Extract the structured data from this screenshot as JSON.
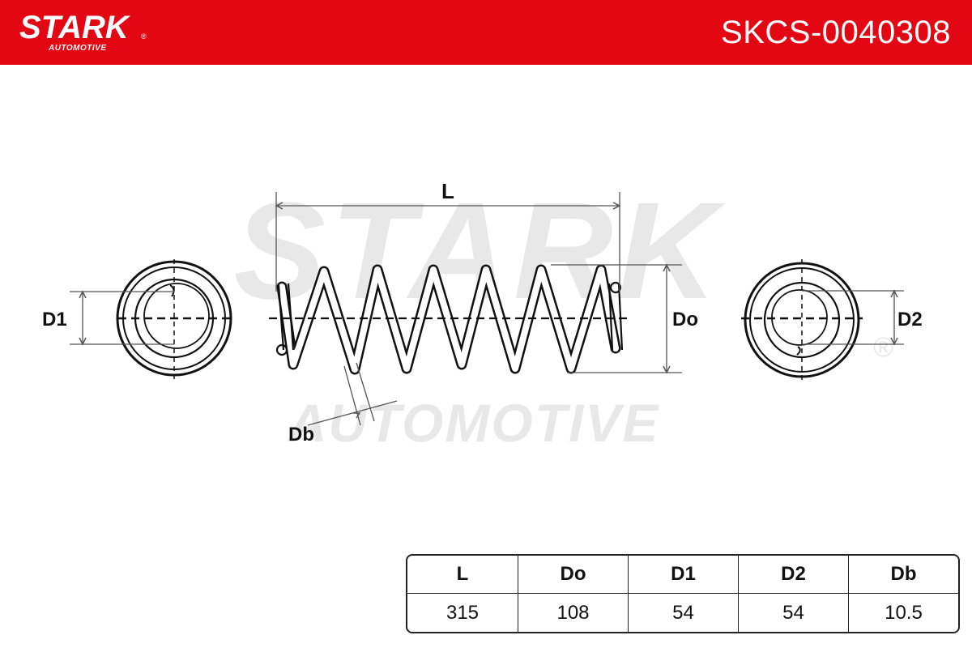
{
  "header": {
    "logo": {
      "main": "STARK",
      "sub": "AUTOMOTIVE",
      "reg": "®"
    },
    "part_number": "SKCS-0040308"
  },
  "watermark": {
    "main": "STARK",
    "sub": "AUTOMOTIVE",
    "reg": "®"
  },
  "drawing_labels": {
    "L": "L",
    "Do": "Do",
    "D1": "D1",
    "D2": "D2",
    "Db": "Db"
  },
  "spec_table": {
    "headers": [
      "L",
      "Do",
      "D1",
      "D2",
      "Db"
    ],
    "values": [
      "315",
      "108",
      "54",
      "54",
      "10.5"
    ]
  },
  "colors": {
    "brand_red": "#e30613",
    "line": "#111111",
    "dim": "#555555",
    "watermark": "#e8e8e8"
  }
}
